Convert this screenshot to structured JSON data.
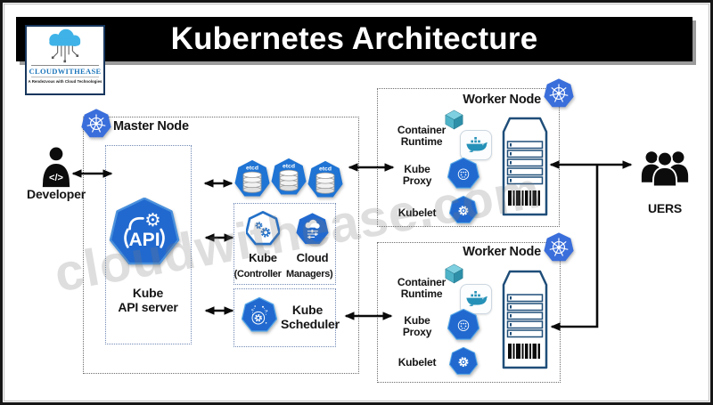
{
  "title": "Kubernetes Architecture",
  "watermark": "cloudwithease.com",
  "logo": {
    "brand": "CLOUDWITHEASE",
    "tagline": "A Rendezvous with Cloud Technologies"
  },
  "developer": {
    "label": "Developer"
  },
  "users": {
    "label": "UERS"
  },
  "master": {
    "label": "Master Node",
    "api": {
      "icon_text": "API",
      "server_label": [
        "Kube",
        "API server"
      ]
    },
    "etcd": {
      "label": "etcd",
      "count": 3
    },
    "controllers": {
      "kube_label": "Kube",
      "cloud_label": "Cloud",
      "caption": "(Controller  Managers)"
    },
    "scheduler": {
      "label": [
        "Kube",
        "Scheduler"
      ]
    }
  },
  "workers": [
    {
      "label": "Worker Node",
      "container_runtime": [
        "Container",
        "Runtime"
      ],
      "kube_proxy": [
        "Kube",
        "Proxy"
      ],
      "kubelet": "Kubelet"
    },
    {
      "label": "Worker Node",
      "container_runtime": [
        "Container",
        "Runtime"
      ],
      "kube_proxy": [
        "Kube",
        "Proxy"
      ],
      "kubelet": "Kubelet"
    }
  ],
  "colors": {
    "banner_bg": "#000000",
    "k8s_blue": "#3a6edb",
    "icon_blue": "#2169cf",
    "teal": "#2a96be",
    "navy": "#1f4e79",
    "brand_blue": "#1b75bb"
  }
}
